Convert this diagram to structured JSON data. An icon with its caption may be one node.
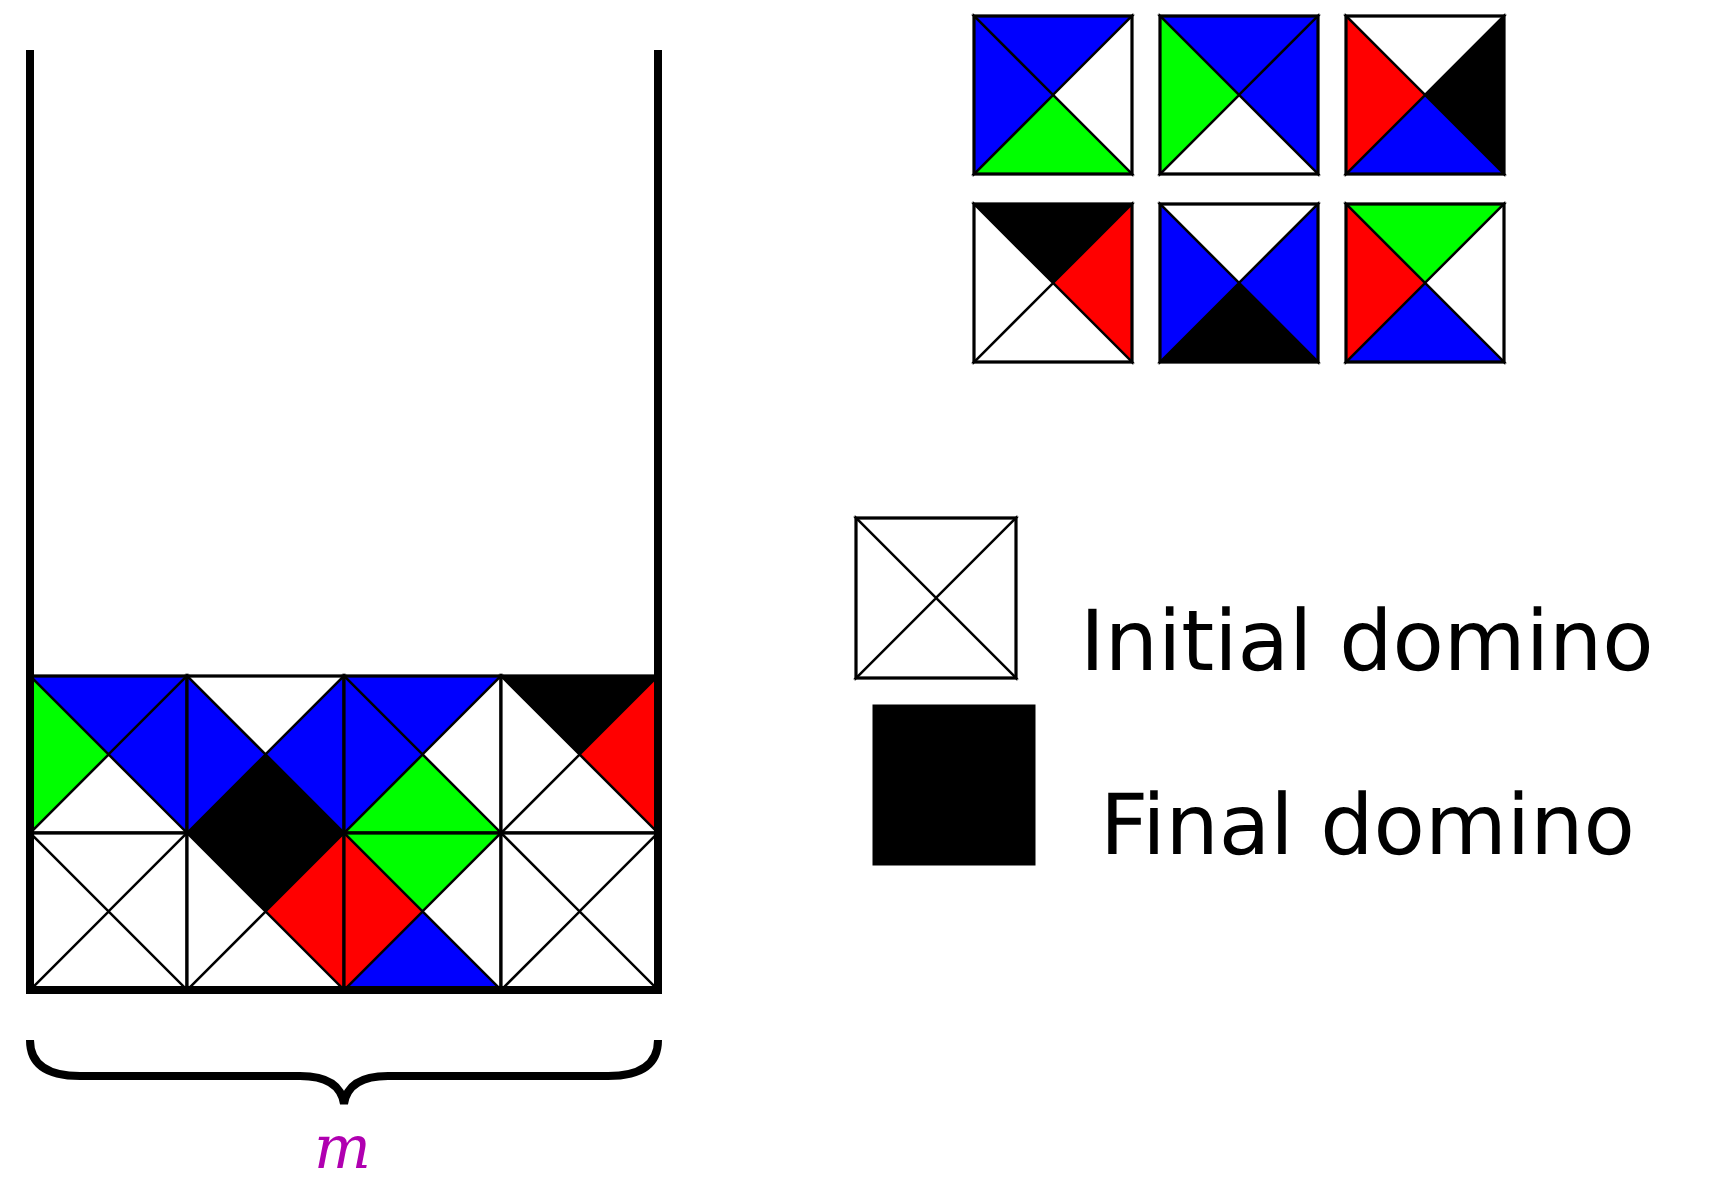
{
  "diagram": {
    "labels": [
      "m"
    ],
    "legend": [
      {
        "text": "Initial domino"
      },
      {
        "text": "Final domino",
        "color": "#000000"
      }
    ]
  }
}
